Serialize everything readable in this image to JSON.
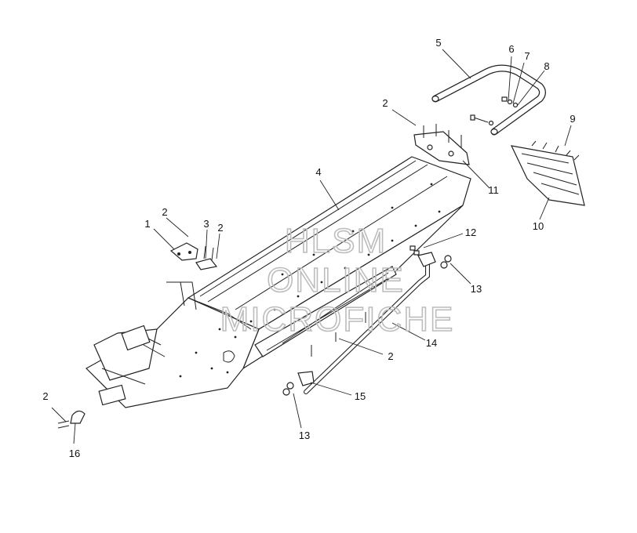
{
  "watermark": {
    "line1": "HLSM",
    "line2": "ONLINE",
    "line3": "MICROFICHE"
  },
  "callouts": [
    {
      "id": "c1",
      "label": "1"
    },
    {
      "id": "c2a",
      "label": "2"
    },
    {
      "id": "c3",
      "label": "3"
    },
    {
      "id": "c2b",
      "label": "2"
    },
    {
      "id": "c2c",
      "label": "2"
    },
    {
      "id": "c4",
      "label": "4"
    },
    {
      "id": "c5",
      "label": "5"
    },
    {
      "id": "c6",
      "label": "6"
    },
    {
      "id": "c7",
      "label": "7"
    },
    {
      "id": "c8",
      "label": "8"
    },
    {
      "id": "c9",
      "label": "9"
    },
    {
      "id": "c10",
      "label": "10"
    },
    {
      "id": "c11",
      "label": "11"
    },
    {
      "id": "c12",
      "label": "12"
    },
    {
      "id": "c13a",
      "label": "13"
    },
    {
      "id": "c14",
      "label": "14"
    },
    {
      "id": "c2d",
      "label": "2"
    },
    {
      "id": "c15",
      "label": "15"
    },
    {
      "id": "c13b",
      "label": "13"
    },
    {
      "id": "c2e",
      "label": "2"
    },
    {
      "id": "c16",
      "label": "16"
    }
  ]
}
